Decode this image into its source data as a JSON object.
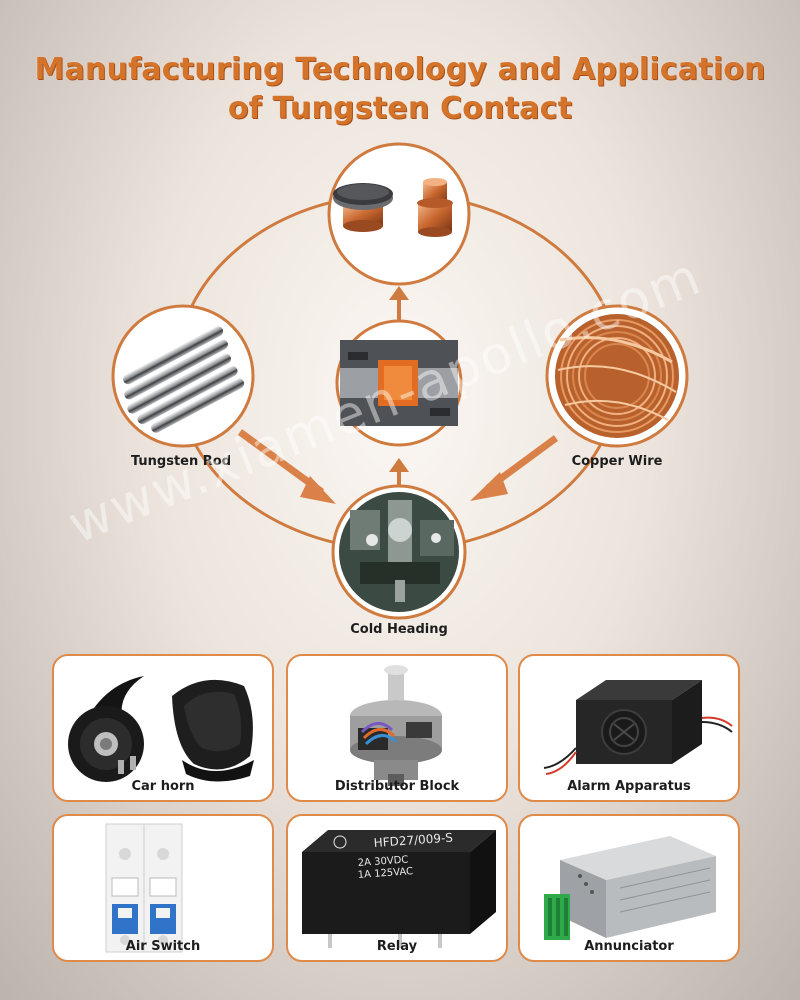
{
  "title": {
    "line1": "Manufacturing Technology and Application",
    "line2": "of Tungsten Contact"
  },
  "process": {
    "product": {
      "icon": "tungsten-contact-rivets-icon"
    },
    "tungsten_rod": {
      "label": "Tungsten Rod",
      "icon": "tungsten-rods-icon"
    },
    "copper_wire": {
      "label": "Copper Wire",
      "icon": "copper-wire-coil-icon"
    },
    "brazing": {
      "icon": "brazing-cross-section-icon"
    },
    "cold_heading": {
      "label": "Cold Heading",
      "icon": "cold-heading-machine-icon"
    }
  },
  "applications": [
    {
      "label": "Car horn",
      "icon": "car-horn-icon"
    },
    {
      "label": "Distributor Block",
      "icon": "distributor-block-icon"
    },
    {
      "label": "Alarm Apparatus",
      "icon": "alarm-apparatus-icon"
    },
    {
      "label": "Air Switch",
      "icon": "air-switch-icon"
    },
    {
      "label": "Relay",
      "icon": "relay-icon"
    },
    {
      "label": "Annunciator",
      "icon": "annunciator-icon"
    }
  ],
  "relay_text": {
    "model": "HFD27/009-S",
    "rating1": "2A 30VDC",
    "rating2": "1A 125VAC"
  },
  "watermark": "www.xiamen-apollo.com",
  "colors": {
    "accent": "#d4732a",
    "border": "#e08a4a"
  }
}
